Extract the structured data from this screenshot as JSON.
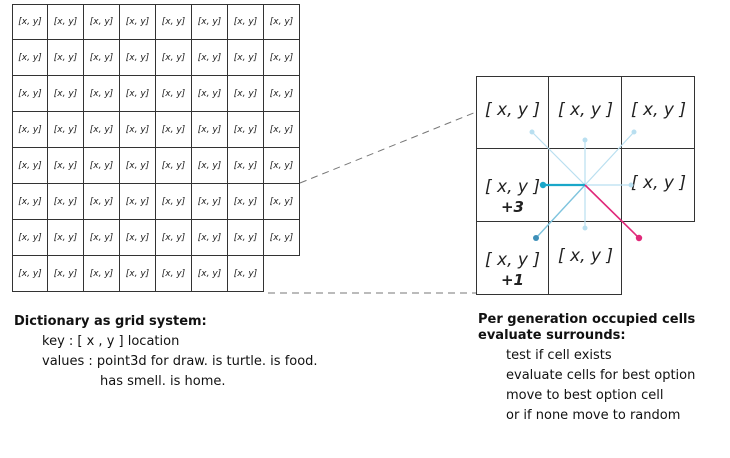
{
  "grid": {
    "cell_label": "[x, y]",
    "row_counts": [
      8,
      8,
      8,
      8,
      8,
      8,
      8,
      7
    ]
  },
  "zoom": {
    "cells": [
      {
        "row": 0,
        "col": 0,
        "label": "[ x, y ]",
        "sub": ""
      },
      {
        "row": 0,
        "col": 1,
        "label": "[ x, y ]",
        "sub": ""
      },
      {
        "row": 0,
        "col": 2,
        "label": "[ x, y ]",
        "sub": ""
      },
      {
        "row": 1,
        "col": 0,
        "label": "[ x, y ]",
        "sub": "+3"
      },
      {
        "row": 1,
        "col": 2,
        "label": "[ x, y ]",
        "sub": ""
      },
      {
        "row": 2,
        "col": 0,
        "label": "[ x, y ]",
        "sub": "+1"
      },
      {
        "row": 2,
        "col": 1,
        "label": "[ x, y ]",
        "sub": ""
      }
    ],
    "colors": {
      "best": "#1aa7c9",
      "faint": "#b9dff0",
      "target": "#e0297a",
      "lines": "#777777"
    }
  },
  "left_text": {
    "heading": "Dictionary as grid system:",
    "key_line": "key : [ x , y ] location",
    "values_line": "values : point3d for draw. is turtle. is food.",
    "values_cont": "has smell. is home."
  },
  "right_text": {
    "heading1": "Per generation occupied cells",
    "heading2": "evaluate surrounds:",
    "steps": [
      "test if cell exists",
      "evaluate cells for best option",
      "move to best option cell",
      "or if none move to random"
    ]
  }
}
